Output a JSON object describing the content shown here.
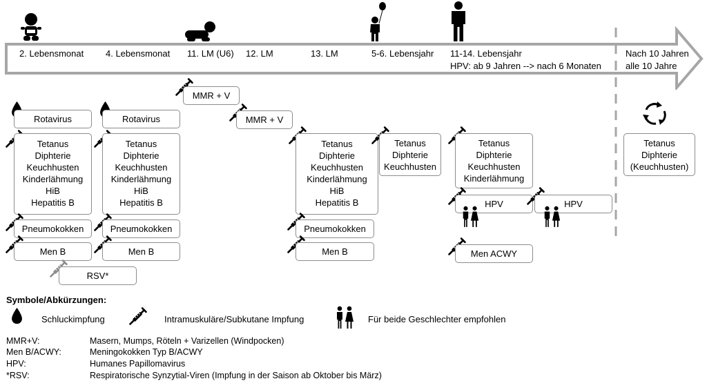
{
  "timeline": {
    "stages": [
      {
        "label": "2. Lebensmonat"
      },
      {
        "label": "4. Lebensmonat"
      },
      {
        "label": "11. LM (U6)"
      },
      {
        "label": "12. LM"
      },
      {
        "label": "13. LM"
      },
      {
        "label": "5-6. Lebensjahr"
      },
      {
        "label": "11-14. Lebensjahr",
        "note": "HPV: ab 9 Jahren --> nach 6 Monaten"
      },
      {
        "label": "Nach 10 Jahren",
        "note": "alle 10 Jahre"
      }
    ]
  },
  "vaccines": {
    "rota_1": "Rotavirus",
    "rota_2": "Rotavirus",
    "six_1": [
      "Tetanus",
      "Diphterie",
      "Keuchhusten",
      "Kinderlähmung",
      "HiB",
      "Hepatitis B"
    ],
    "six_2": [
      "Tetanus",
      "Diphterie",
      "Keuchhusten",
      "Kinderlähmung",
      "HiB",
      "Hepatitis B"
    ],
    "six_3": [
      "Tetanus",
      "Diphterie",
      "Keuchhusten",
      "Kinderlähmung",
      "HiB",
      "Hepatitis B"
    ],
    "pneumo_1": "Pneumokokken",
    "pneumo_2": "Pneumokokken",
    "pneumo_3": "Pneumokokken",
    "menb_1": "Men B",
    "menb_2": "Men B",
    "menb_3": "Men B",
    "rsv": "RSV*",
    "mmr_1": "MMR + V",
    "mmr_2": "MMR + V",
    "tdk": [
      "Tetanus",
      "Diphterie",
      "Keuchhusten"
    ],
    "tdkk": [
      "Tetanus",
      "Diphterie",
      "Keuchhusten",
      "Kinderlähmung"
    ],
    "hpv_1": "HPV",
    "hpv_2": "HPV",
    "men_acwy": "Men ACWY",
    "booster": [
      "Tetanus",
      "Diphterie",
      "(Keuchhusten)"
    ]
  },
  "legend": {
    "title": "Symbole/Abkürzungen:",
    "oral": "Schluckimpfung",
    "injection": "Intramuskuläre/Subkutane Impfung",
    "both_sexes": "Für beide Geschlechter empfohlen",
    "abbreviations": [
      {
        "key": "MMR+V:",
        "value": "Masern, Mumps, Röteln + Varizellen (Windpocken)"
      },
      {
        "key": "Men B/ACWY:",
        "value": "Meningokokken Typ B/ACWY"
      },
      {
        "key": "HPV:",
        "value": "Humanes Papillomavirus"
      },
      {
        "key": "*RSV:",
        "value": "Respiratorische Synzytial-Viren (Impfung in der Saison ab Oktober bis März)"
      }
    ]
  },
  "icons": {
    "baby": "baby-icon",
    "crawler": "crawling-baby-icon",
    "child": "child-with-balloon-icon",
    "adult": "person-icon",
    "drop": "drop-icon",
    "syringe": "syringe-icon",
    "people": "boy-girl-icon",
    "cycle": "recycle-arrows-icon"
  },
  "colors": {
    "arrow_stroke": "#a6a6a6",
    "box_border": "#8c8c8c",
    "dashed": "#a6a6a6",
    "rsv_syringe": "#8c8c8c"
  }
}
